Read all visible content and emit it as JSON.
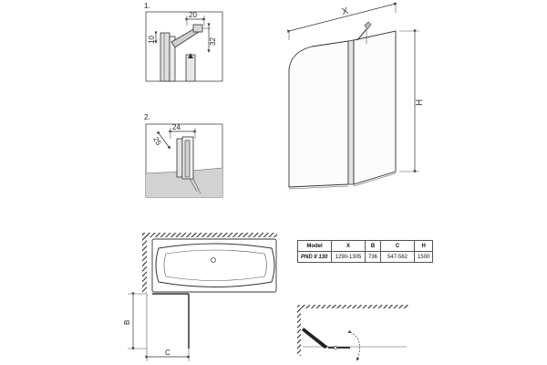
{
  "details": {
    "step1_label": "1.",
    "step2_label": "2.",
    "d1_top": "20",
    "d1_left": "10",
    "d1_right": "32",
    "d2_top": "24",
    "d2_diag": "25"
  },
  "main_view": {
    "width_label": "X",
    "height_label": "H"
  },
  "plan_view": {
    "b_label": "B",
    "c_label": "C"
  },
  "spec_table": {
    "headers": [
      "Model",
      "X",
      "B",
      "C",
      "H"
    ],
    "rows": [
      [
        "PND II 130",
        "1290-1305",
        "736",
        "547-562",
        "1500"
      ]
    ]
  }
}
